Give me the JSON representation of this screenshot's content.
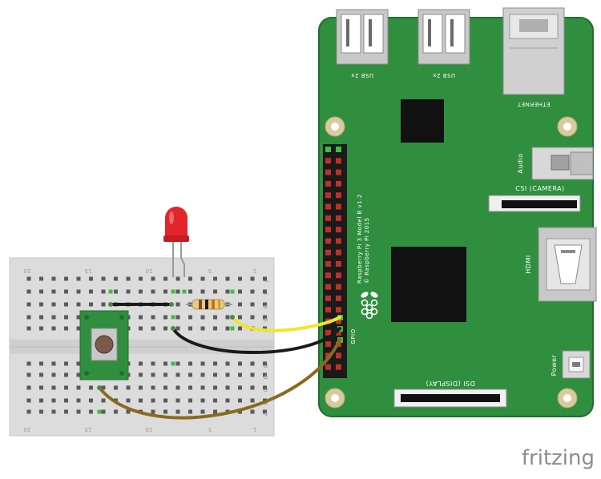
{
  "labels": {
    "usb_left": "USB 2x",
    "usb_right": "USB 2x",
    "ethernet": "ETHERNET",
    "audio": "Audio",
    "csi": "CSI (CAMERA)",
    "hdmi": "HDMI",
    "power": "Power",
    "dsi": "DSI (DISPLAY)",
    "gpio": "GPIO",
    "model_line1": "Raspberry Pi 3 Model B v1.2",
    "model_line2": "© Raspberry Pi 2015",
    "watermark": "fritzing"
  },
  "breadboard": {
    "col_numbers": [
      "20",
      "15",
      "10",
      "5",
      "1"
    ],
    "row_letters_top": [
      "J",
      "I",
      "H",
      "G",
      "F"
    ],
    "row_letters_bottom": [
      "E",
      "D",
      "C",
      "B",
      "A"
    ]
  },
  "colors": {
    "board_green": "#2f8f3f",
    "board_edge": "#1f6f2c",
    "breadboard": "#dcdcdc",
    "wire_yellow": "#f0e62a",
    "wire_black": "#1a1a1a",
    "wire_brown": "#8a6a1e",
    "led_red": "#e0252b",
    "button_green": "#2f8f3f"
  },
  "icons": [
    "raspberry-logo-icon"
  ]
}
